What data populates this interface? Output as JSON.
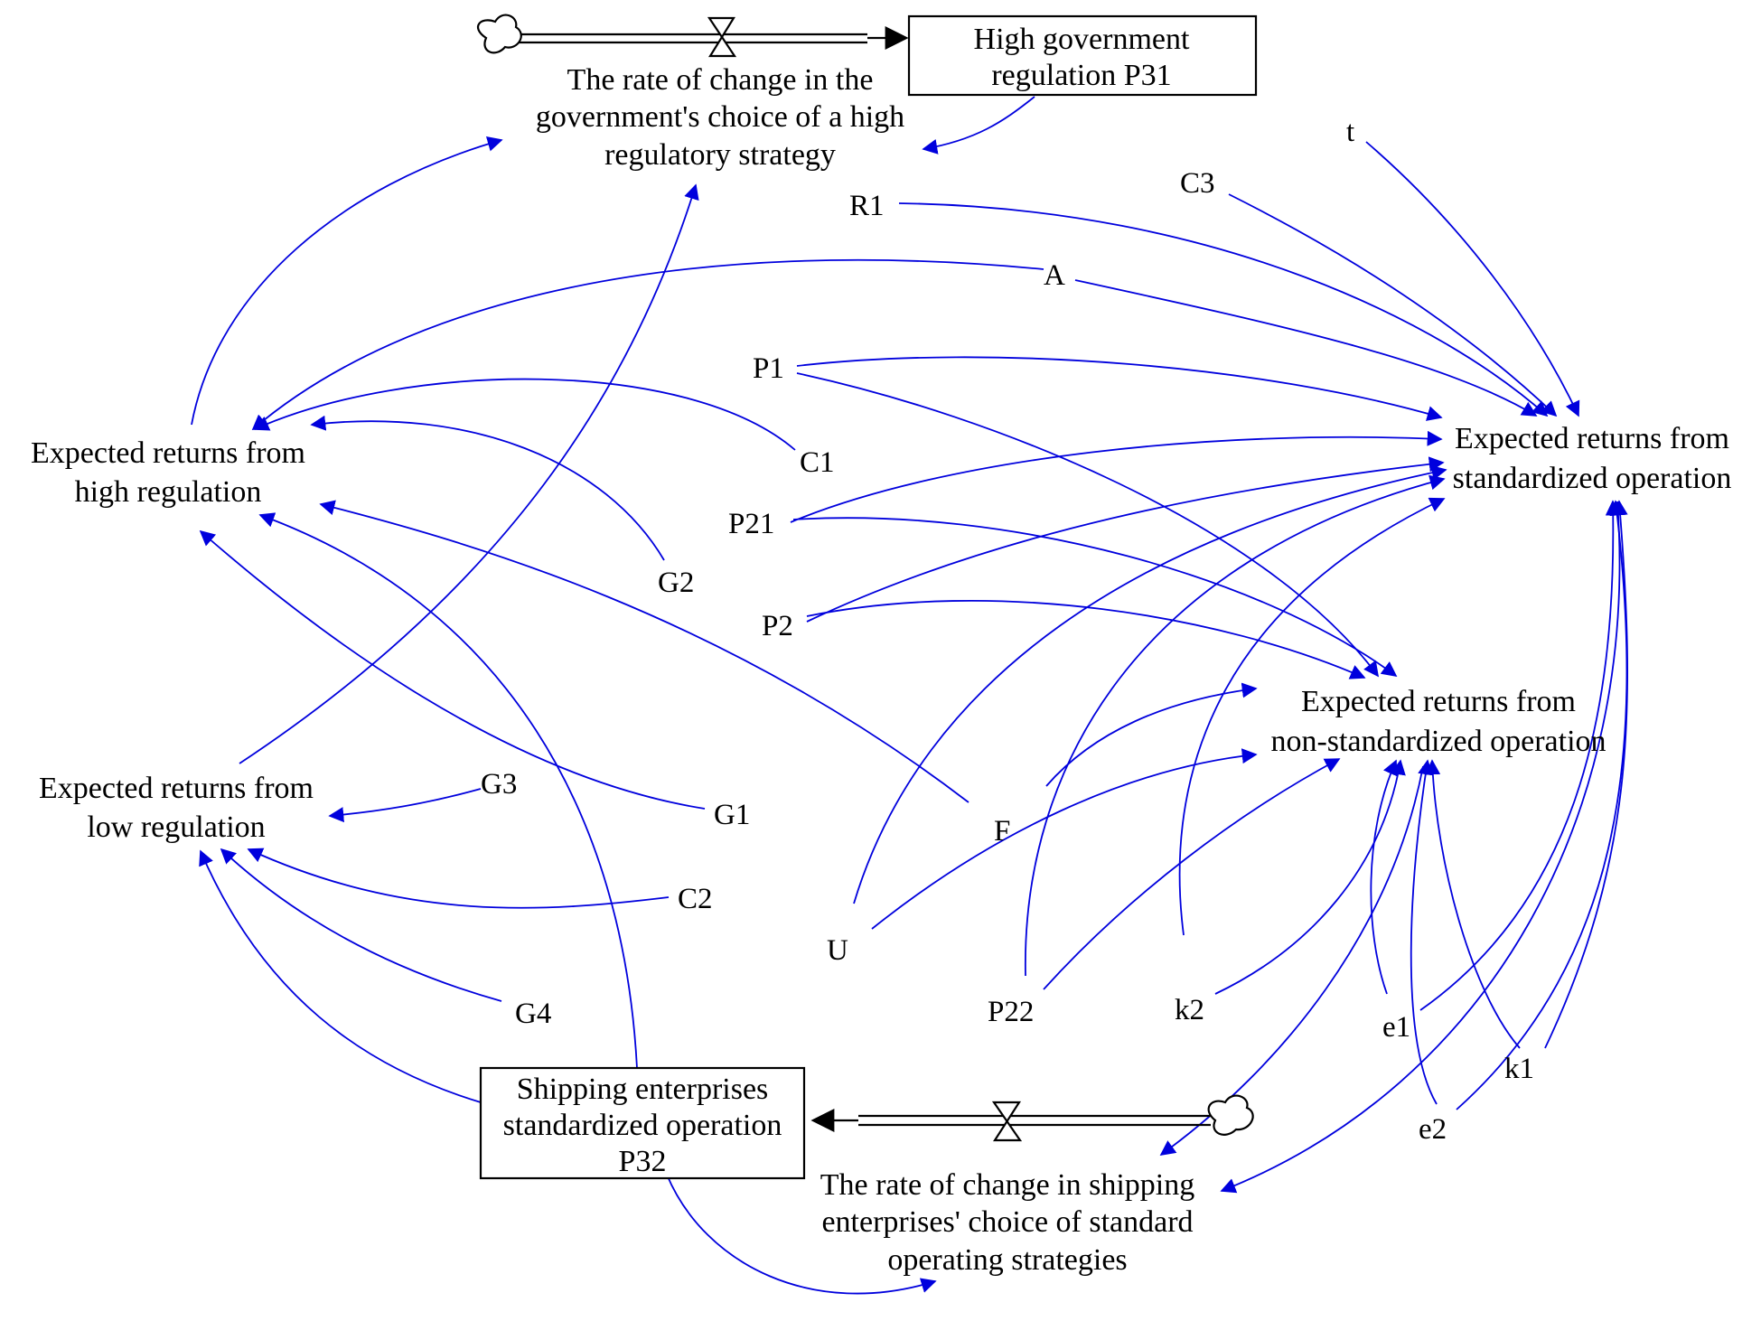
{
  "stocks": {
    "p31": [
      "High government",
      "regulation P31"
    ],
    "p32": [
      "Shipping enterprises",
      "standardized operation",
      "P32"
    ]
  },
  "flows": {
    "gov_rate": [
      "The rate of change in the",
      "government's choice of a high",
      "regulatory strategy"
    ],
    "ship_rate": [
      "The rate of change in shipping",
      "enterprises' choice of standard",
      "operating strategies"
    ]
  },
  "auxiliaries": {
    "high_reg": [
      "Expected returns from",
      "high regulation"
    ],
    "low_reg": [
      "Expected returns from",
      "low regulation"
    ],
    "std_op": [
      "Expected returns from",
      "standardized operation"
    ],
    "nonstd_op": [
      "Expected returns from",
      "non-standardized operation"
    ]
  },
  "constants": {
    "t": "t",
    "c3": "C3",
    "r1": "R1",
    "a": "A",
    "p1": "P1",
    "c1": "C1",
    "p21": "P21",
    "g2": "G2",
    "p2": "P2",
    "g3": "G3",
    "g1": "G1",
    "f": "F",
    "c2": "C2",
    "u": "U",
    "g4": "G4",
    "p22": "P22",
    "k2": "k2",
    "e1": "e1",
    "k1": "k1",
    "e2": "e2"
  },
  "colors": {
    "link": "#0000dd",
    "stock_border": "#000000",
    "text": "#000000"
  }
}
